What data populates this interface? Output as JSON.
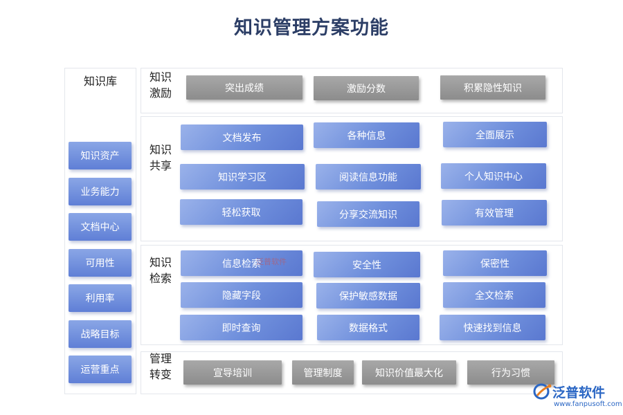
{
  "title": "知识管理方案功能",
  "sidebar": {
    "title": "知识库",
    "items": [
      "知识资产",
      "业务能力",
      "文档中心",
      "可用性",
      "利用率",
      "战略目标",
      "运营重点"
    ]
  },
  "sections": {
    "incentive": {
      "label": [
        "知识",
        "激励"
      ],
      "items": [
        "突出成绩",
        "激励分数",
        "积累隐性知识"
      ]
    },
    "sharing": {
      "label": [
        "知识",
        "共享"
      ],
      "items": [
        "文档发布",
        "各种信息",
        "全面展示",
        "知识学习区",
        "阅读信息功能",
        "个人知识中心",
        "轻松获取",
        "分享交流知识",
        "有效管理"
      ]
    },
    "search": {
      "label": [
        "知识",
        "检索"
      ],
      "items": [
        "信息检索",
        "安全性",
        "保密性",
        "隐藏字段",
        "保护敏感数据",
        "全文检索",
        "即时查询",
        "数据格式",
        "快速找到信息"
      ]
    },
    "transform": {
      "label": [
        "管理",
        "转变"
      ],
      "items": [
        "宣导培训",
        "管理制度",
        "知识价值最大化",
        "行为习惯"
      ]
    }
  },
  "watermark": "泛普软件",
  "logo": {
    "brand": "泛普软件",
    "url": "www.fanpusoft.com"
  },
  "colors": {
    "accent_blue": "#6f8fdc",
    "gray_button": "#999999",
    "title": "#2c3e66",
    "logo": "#2a66c4"
  }
}
